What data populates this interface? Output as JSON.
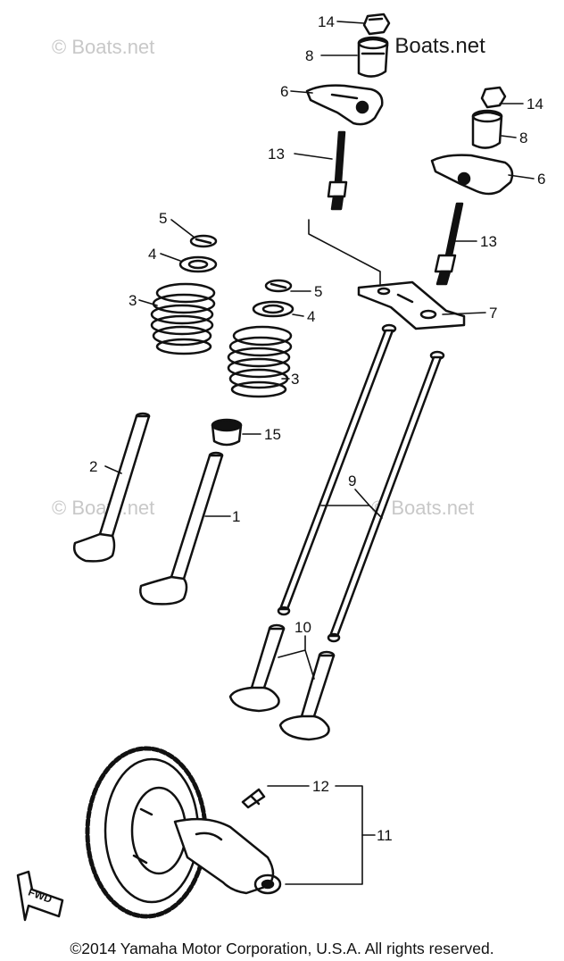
{
  "watermarks": {
    "top_left": "© Boats.net",
    "top_right": "© Boats.net",
    "middle_left": "© Boats.net",
    "middle_right": "© Boats.net"
  },
  "fwd_label": "FWD",
  "copyright": "©2014 Yamaha Motor Corporation, U.S.A. All rights reserved.",
  "callouts": {
    "n1": "1",
    "n2": "2",
    "n3a": "3",
    "n3b": "3",
    "n4a": "4",
    "n4b": "4",
    "n5a": "5",
    "n5b": "5",
    "n6a": "6",
    "n6b": "6",
    "n7": "7",
    "n8a": "8",
    "n8b": "8",
    "n9": "9",
    "n10": "10",
    "n11": "11",
    "n12": "12",
    "n13a": "13",
    "n13b": "13",
    "n14a": "14",
    "n14b": "14",
    "n15": "15"
  },
  "colors": {
    "ink": "#111111",
    "watermark": "#c8c8c8",
    "background": "#ffffff"
  }
}
